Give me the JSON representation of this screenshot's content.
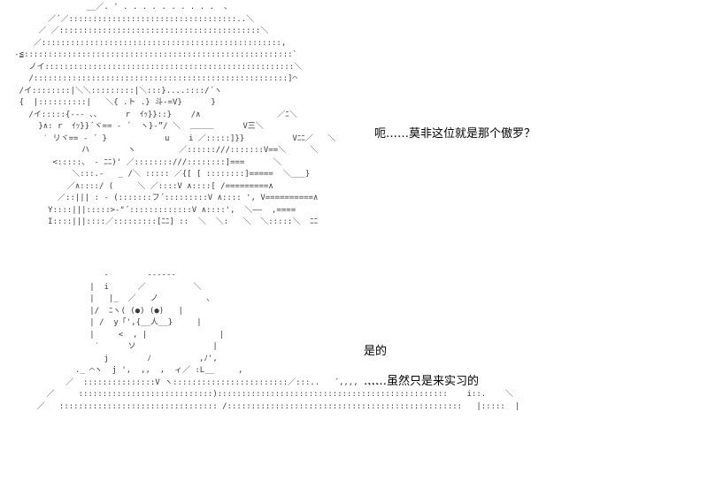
{
  "scene": {
    "dialogue": [
      {
        "id": "line-1",
        "text": "呃……莫非这位就是那个傲罗？"
      },
      {
        "id": "line-2",
        "text": "是的"
      },
      {
        "id": "line-3",
        "text": "……虽然只是来实习的"
      }
    ]
  }
}
